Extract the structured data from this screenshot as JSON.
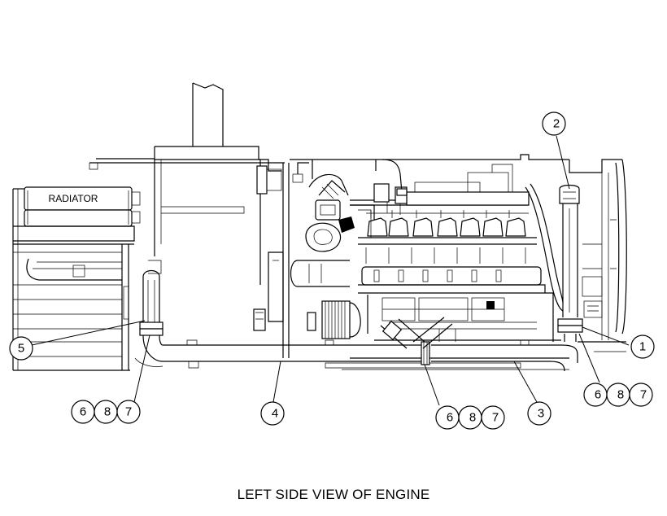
{
  "caption": "LEFT SIDE VIEW OF ENGINE",
  "radiator_label": "RADIATOR",
  "callouts": {
    "c1": "1",
    "c2": "2",
    "c3": "3",
    "c4": "4",
    "c5": "5",
    "c6a": "6",
    "c8a": "8",
    "c7a": "7",
    "c6b": "6",
    "c8b": "8",
    "c7b": "7",
    "c6c": "6",
    "c8c": "8",
    "c7c": "7"
  }
}
